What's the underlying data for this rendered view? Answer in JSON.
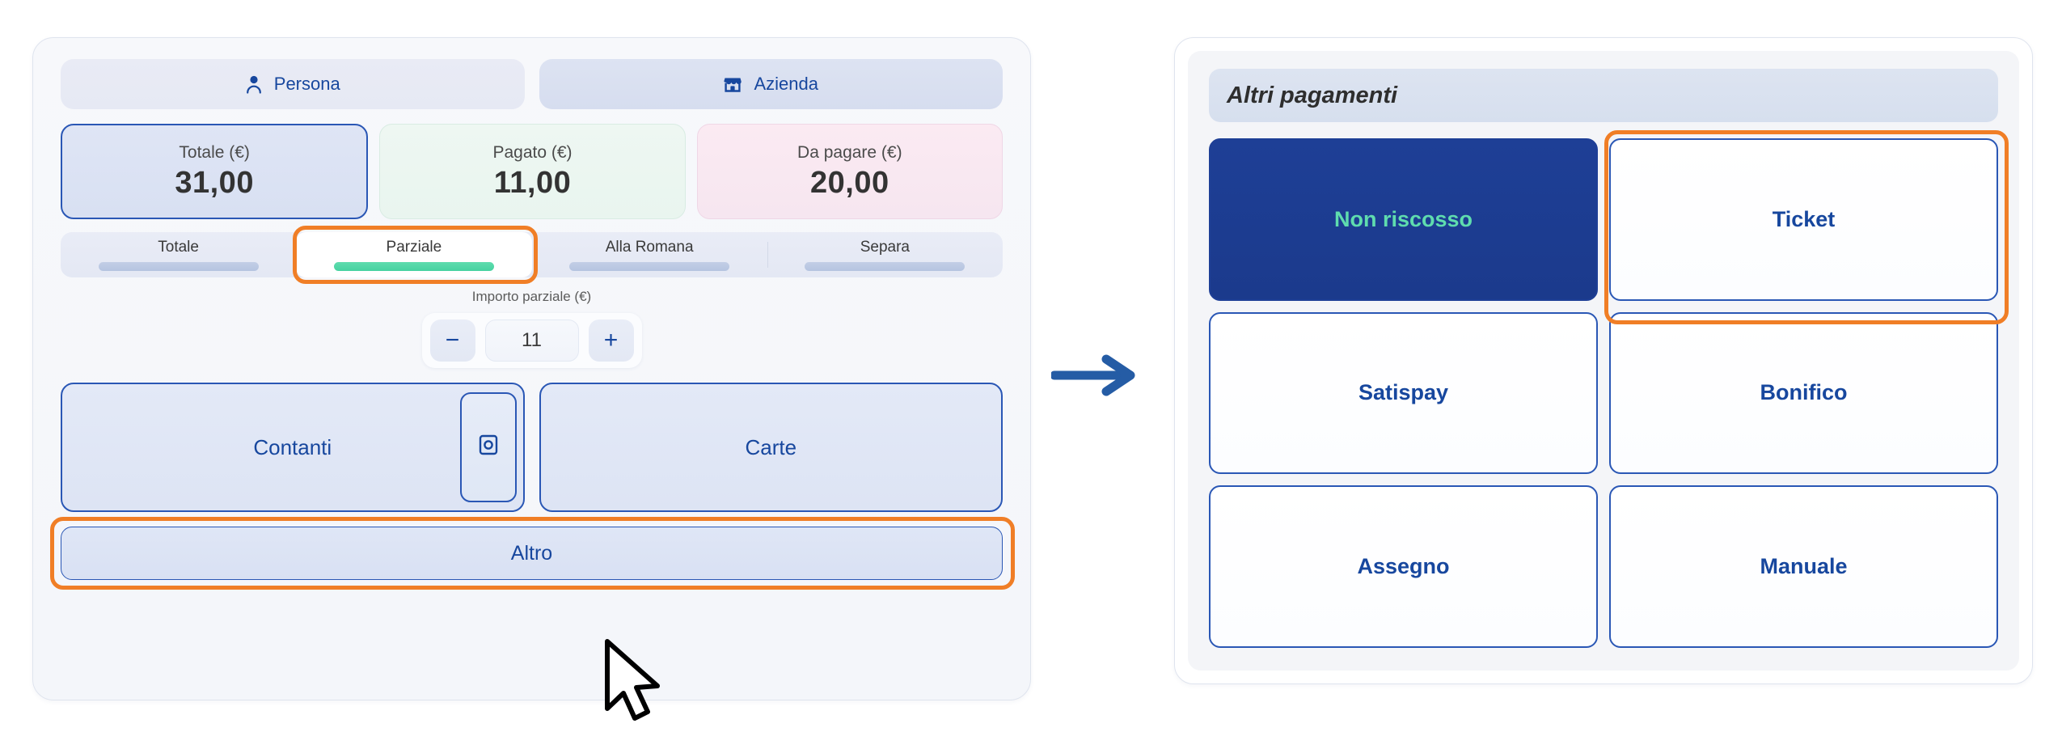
{
  "left": {
    "tabs": [
      {
        "label": "Persona",
        "icon": "person-icon",
        "active": false
      },
      {
        "label": "Azienda",
        "icon": "store-icon",
        "active": true
      }
    ],
    "amounts": [
      {
        "label": "Totale (€)",
        "value": "31,00",
        "state": "total"
      },
      {
        "label": "Pagato (€)",
        "value": "11,00",
        "state": "paid"
      },
      {
        "label": "Da pagare (€)",
        "value": "20,00",
        "state": "due"
      }
    ],
    "split_modes": [
      {
        "label": "Totale",
        "selected": false
      },
      {
        "label": "Parziale",
        "selected": true
      },
      {
        "label": "Alla Romana",
        "selected": false
      },
      {
        "label": "Separa",
        "selected": false
      }
    ],
    "partial": {
      "label": "Importo parziale (€)",
      "minus": "−",
      "plus": "+",
      "value": "11"
    },
    "pay_methods": {
      "cash": "Contanti",
      "cash_drawer_icon": "cash-drawer-icon",
      "cards": "Carte",
      "other": "Altro"
    }
  },
  "arrow": {
    "icon": "arrow-right-icon"
  },
  "right": {
    "header": "Altri pagamenti",
    "methods": [
      {
        "label": "Non riscosso",
        "filled": true
      },
      {
        "label": "Ticket",
        "filled": false
      },
      {
        "label": "Satispay",
        "filled": false
      },
      {
        "label": "Bonifico",
        "filled": false
      },
      {
        "label": "Assegno",
        "filled": false
      },
      {
        "label": "Manuale",
        "filled": false
      }
    ]
  },
  "colors": {
    "accent_blue": "#17479e",
    "deep_blue": "#1e3f96",
    "highlight_orange": "#f07e26",
    "mint": "#5fdcae"
  },
  "cursor": {
    "icon": "mouse-pointer-icon"
  }
}
